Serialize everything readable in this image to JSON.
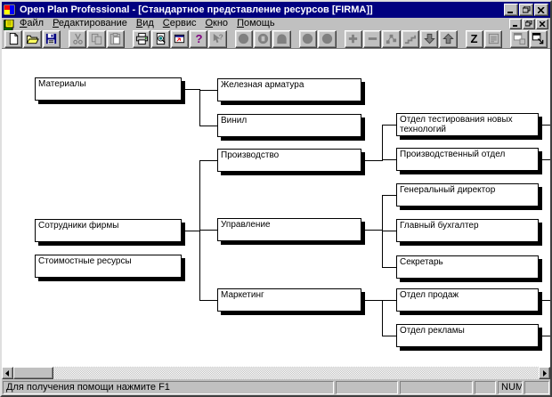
{
  "titlebar": {
    "title": "Open Plan Professional - [Стандартное представление ресурсов [FIRMA]]"
  },
  "menubar": {
    "items": [
      {
        "label": "Файл"
      },
      {
        "label": "Редактирование"
      },
      {
        "label": "Вид"
      },
      {
        "label": "Сервис"
      },
      {
        "label": "Окно"
      },
      {
        "label": "Помощь"
      }
    ]
  },
  "toolbar": {
    "buttons": [
      {
        "name": "new",
        "enabled": true
      },
      {
        "name": "open",
        "enabled": true
      },
      {
        "name": "save",
        "enabled": true
      },
      {
        "name": "cut",
        "enabled": false
      },
      {
        "name": "copy",
        "enabled": false
      },
      {
        "name": "paste",
        "enabled": false
      },
      {
        "name": "print",
        "enabled": true
      },
      {
        "name": "print-preview",
        "enabled": true
      },
      {
        "name": "page-setup",
        "enabled": true
      },
      {
        "name": "help",
        "enabled": true
      },
      {
        "name": "context-help",
        "enabled": false
      },
      {
        "name": "node-circle-1",
        "enabled": false
      },
      {
        "name": "node-circle-2",
        "enabled": false
      },
      {
        "name": "node-dome",
        "enabled": false
      },
      {
        "name": "node-circle-3",
        "enabled": false
      },
      {
        "name": "node-circle-4",
        "enabled": false
      },
      {
        "name": "add",
        "enabled": false
      },
      {
        "name": "remove",
        "enabled": false
      },
      {
        "name": "link-nodes",
        "enabled": false
      },
      {
        "name": "steps",
        "enabled": false
      },
      {
        "name": "move-down",
        "enabled": false
      },
      {
        "name": "move-up",
        "enabled": false
      },
      {
        "name": "zoom-z",
        "enabled": true
      },
      {
        "name": "notes",
        "enabled": false
      },
      {
        "name": "window-layout",
        "enabled": false
      },
      {
        "name": "window-expand",
        "enabled": true
      }
    ]
  },
  "tree": {
    "boxes": [
      {
        "label": "Материалы"
      },
      {
        "label": "Сотрудники фирмы"
      },
      {
        "label": "Стоимостные ресурсы"
      },
      {
        "label": "Железная арматура"
      },
      {
        "label": "Винил"
      },
      {
        "label": "Производство"
      },
      {
        "label": "Управление"
      },
      {
        "label": "Маркетинг"
      },
      {
        "label": "Отдел тестирования новых технологий"
      },
      {
        "label": "Производственный отдел"
      },
      {
        "label": "Генеральный директор"
      },
      {
        "label": "Главный бухгалтер"
      },
      {
        "label": "Секретарь"
      },
      {
        "label": "Отдел продаж"
      },
      {
        "label": "Отдел рекламы"
      }
    ],
    "edges": [
      {
        "from": "Материалы",
        "to": [
          "Железная арматура",
          "Винил"
        ]
      },
      {
        "from": "Сотрудники фирмы",
        "to": [
          "Производство",
          "Управление",
          "Маркетинг"
        ]
      },
      {
        "from": "Производство",
        "to": [
          "Отдел тестирования новых технологий",
          "Производственный отдел"
        ]
      },
      {
        "from": "Управление",
        "to": [
          "Генеральный директор",
          "Главный бухгалтер",
          "Секретарь"
        ]
      },
      {
        "from": "Маркетинг",
        "to": [
          "Отдел продаж",
          "Отдел рекламы"
        ]
      },
      {
        "offscreen_children_of": [
          "Отдел тестирования новых технологий",
          "Производственный отдел",
          "Отдел продаж",
          "Отдел рекламы"
        ]
      }
    ]
  },
  "statusbar": {
    "message": "Для получения помощи нажмите F1",
    "num_indicator": "NUM"
  },
  "colors": {
    "titlebar": "#000080",
    "chrome": "#c0c0c0",
    "canvas": "#ffffff",
    "box_border": "#000000"
  }
}
